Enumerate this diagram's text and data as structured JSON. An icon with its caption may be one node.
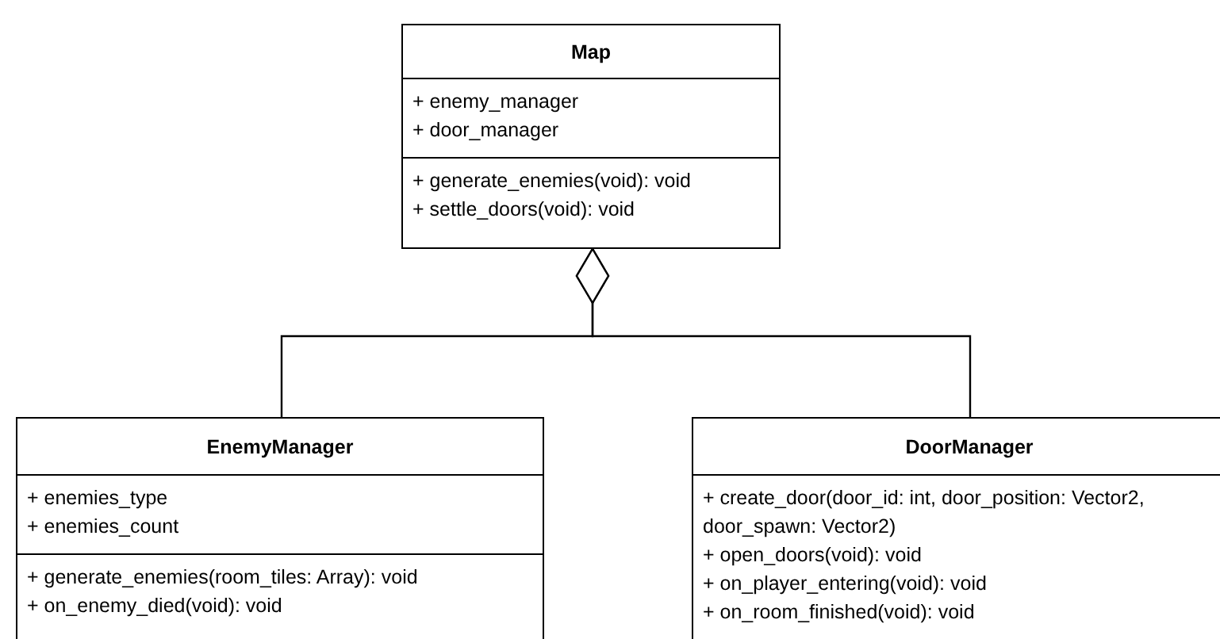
{
  "diagram": {
    "nodes": [
      {
        "text": [
          "Map"
        ]
      },
      {
        "text": [
          "+ enemy_manager",
          "+ door_manager"
        ],
        "in": 0
      },
      {
        "text": [
          "+ generate_enemies(void): void",
          "+ settle_doors(void): void"
        ],
        "in": 0
      },
      {
        "text": [
          "EnemyManager"
        ]
      },
      {
        "text": [
          "+ enemies_type",
          "+ enemies_count"
        ],
        "in": 3
      },
      {
        "text": [
          "+ generate_enemies(room_tiles: Array): void",
          "+ on_enemy_died(void): void"
        ],
        "in": 3
      },
      {
        "text": [
          "DoorManager"
        ]
      },
      {
        "text": [
          "+ create_door(door_id: int, door_position: Vector2, door_spawn: Vector2)",
          "+ open_doors(void): void",
          "+ on_player_entering(void): void",
          "+ on_room_finished(void): void"
        ],
        "in": 6
      }
    ],
    "edges": [
      {
        "from": 3,
        "to": 0,
        "arrow": "other"
      },
      {
        "from": 6,
        "to": 0,
        "arrow": "other"
      }
    ]
  }
}
